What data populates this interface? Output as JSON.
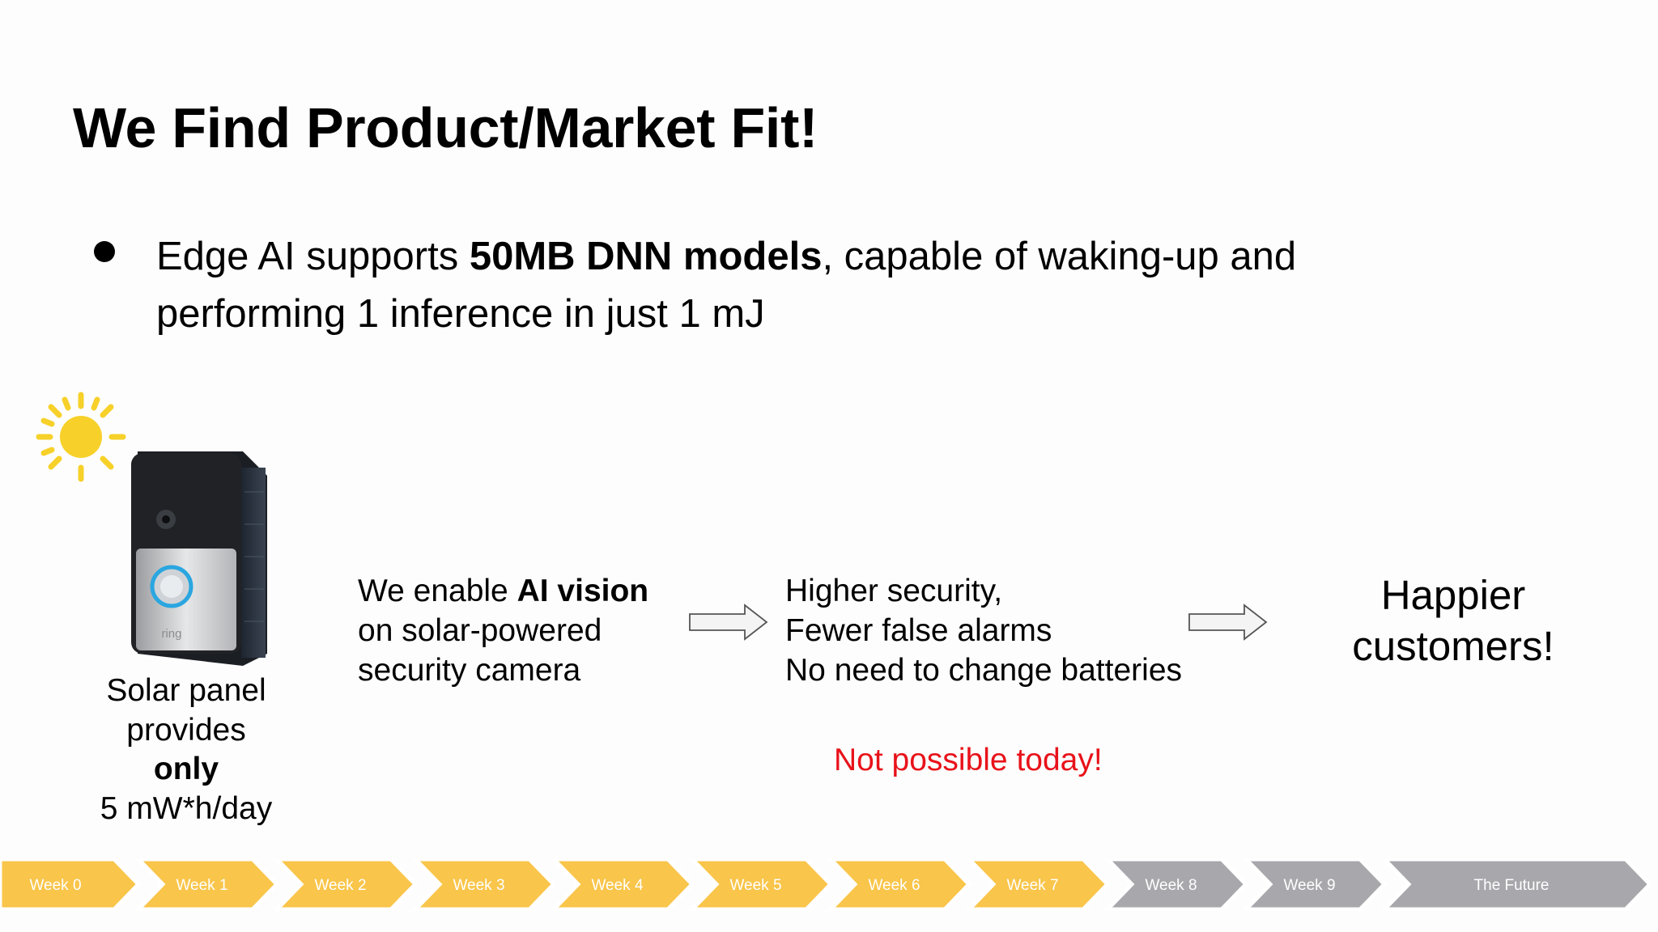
{
  "slide": {
    "title": "We Find Product/Market Fit!",
    "bullet": {
      "prefix": "Edge AI supports ",
      "bold": "50MB DNN models",
      "suffix": ", capable of waking-up and performing 1 inference in just 1 mJ"
    }
  },
  "doorbell": {
    "brand": "ring",
    "solar_line1": "Solar panel",
    "solar_line2": "provides",
    "solar_bold": "only",
    "solar_line4": "5 mW*h/day"
  },
  "flow": {
    "step1_pre": "We enable ",
    "step1_bold": "AI vision",
    "step1_line2": "on solar-powered",
    "step1_line3": "security camera",
    "step2_line1": "Higher security,",
    "step2_line2": "Fewer false alarms",
    "step2_line3": "No need to change batteries",
    "result_line1": "Happier",
    "result_line2": "customers!",
    "warning": "Not possible today!"
  },
  "timeline": {
    "steps": [
      "Week 0",
      "Week 1",
      "Week 2",
      "Week 3",
      "Week 4",
      "Week 5",
      "Week 6",
      "Week 7",
      "Week 8",
      "Week 9",
      "The Future"
    ],
    "active_color": "#f9c54a",
    "inactive_color": "#a8a7ac"
  },
  "colors": {
    "warning": "#e8121a",
    "sun": "#f7d12a"
  }
}
